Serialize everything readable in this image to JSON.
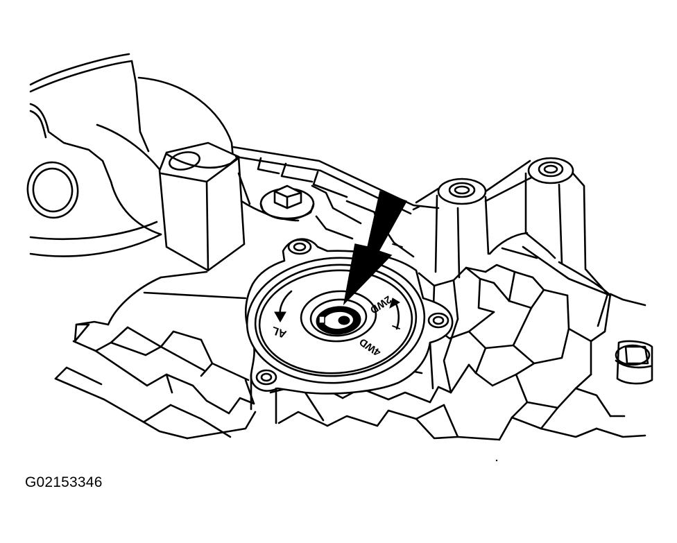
{
  "figure": {
    "id_label": "G02153346",
    "cover_markings": [
      "2WD",
      "4WD",
      "AL"
    ],
    "ink_color": "#000000",
    "paper_color": "#ffffff"
  }
}
